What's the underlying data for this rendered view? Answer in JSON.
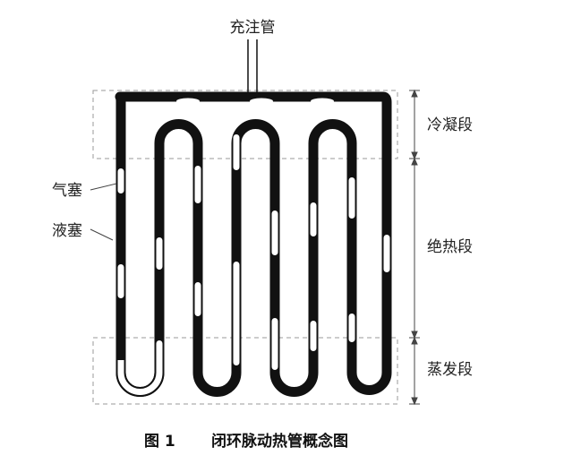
{
  "labels": {
    "fill_tube": "充注管",
    "condenser": "冷凝段",
    "adiabatic": "绝热段",
    "evaporator": "蒸发段",
    "vapor_plug": "气塞",
    "liquid_plug": "液塞"
  },
  "caption": {
    "number": "图 1",
    "title": "闭环脉动热管概念图"
  },
  "colors": {
    "tube": "#111111",
    "bubble": "#ffffff",
    "dash": "#999999",
    "background": "#ffffff"
  }
}
